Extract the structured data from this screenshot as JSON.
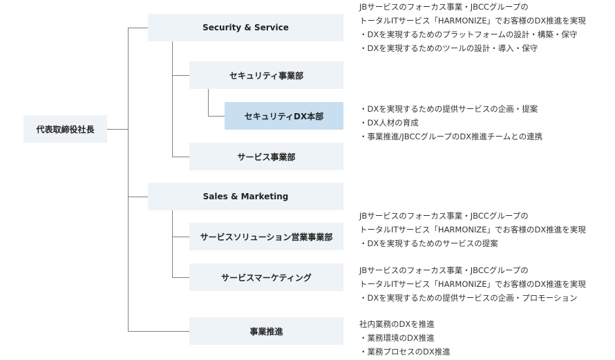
{
  "root": {
    "label": "代表取締役社長"
  },
  "nodes": {
    "security_service": "Security & Service",
    "security_division": "セキュリティ事業部",
    "security_dx_division": "セキュリティDX本部",
    "service_division": "サービス事業部",
    "sales_marketing": "Sales & Marketing",
    "service_solution_sales_division": "サービスソリューション営業事業部",
    "service_marketing": "サービスマーケティング",
    "business_promotion": "事業推進"
  },
  "descriptions": {
    "security_service": [
      "JBサービスのフォーカス事業・JBCCグループの",
      "トータルITサービス「HARMONIZE」でお客様のDX推進を実現",
      "・DXを実現するためのプラットフォームの設計・構築・保守",
      "・DXを実現するためのツールの設計・導入・保守"
    ],
    "security_dx_division": [
      "・DXを実現するための提供サービスの企画・提案",
      "・DX人材の育成",
      "・事業推進/JBCCグループのDX推進チームとの連携"
    ],
    "service_solution_sales_division": [
      "JBサービスのフォーカス事業・JBCCグループの",
      "トータルITサービス「HARMONIZE」でお客様のDX推進を実現",
      "・DXを実現するためのサービスの提案"
    ],
    "service_marketing": [
      "JBサービスのフォーカス事業・JBCCグループの",
      "トータルITサービス「HARMONIZE」でお客様のDX推進を実現",
      "・DXを実現するための提供サービスの企画・プロモーション"
    ],
    "business_promotion": [
      "社内業務のDXを推進",
      "・業務環境のDX推進",
      "・業務プロセスのDX推進"
    ]
  },
  "colors": {
    "box_fill": "#eef3f7",
    "highlight_fill": "#c7dff0",
    "connector": "#808080"
  }
}
